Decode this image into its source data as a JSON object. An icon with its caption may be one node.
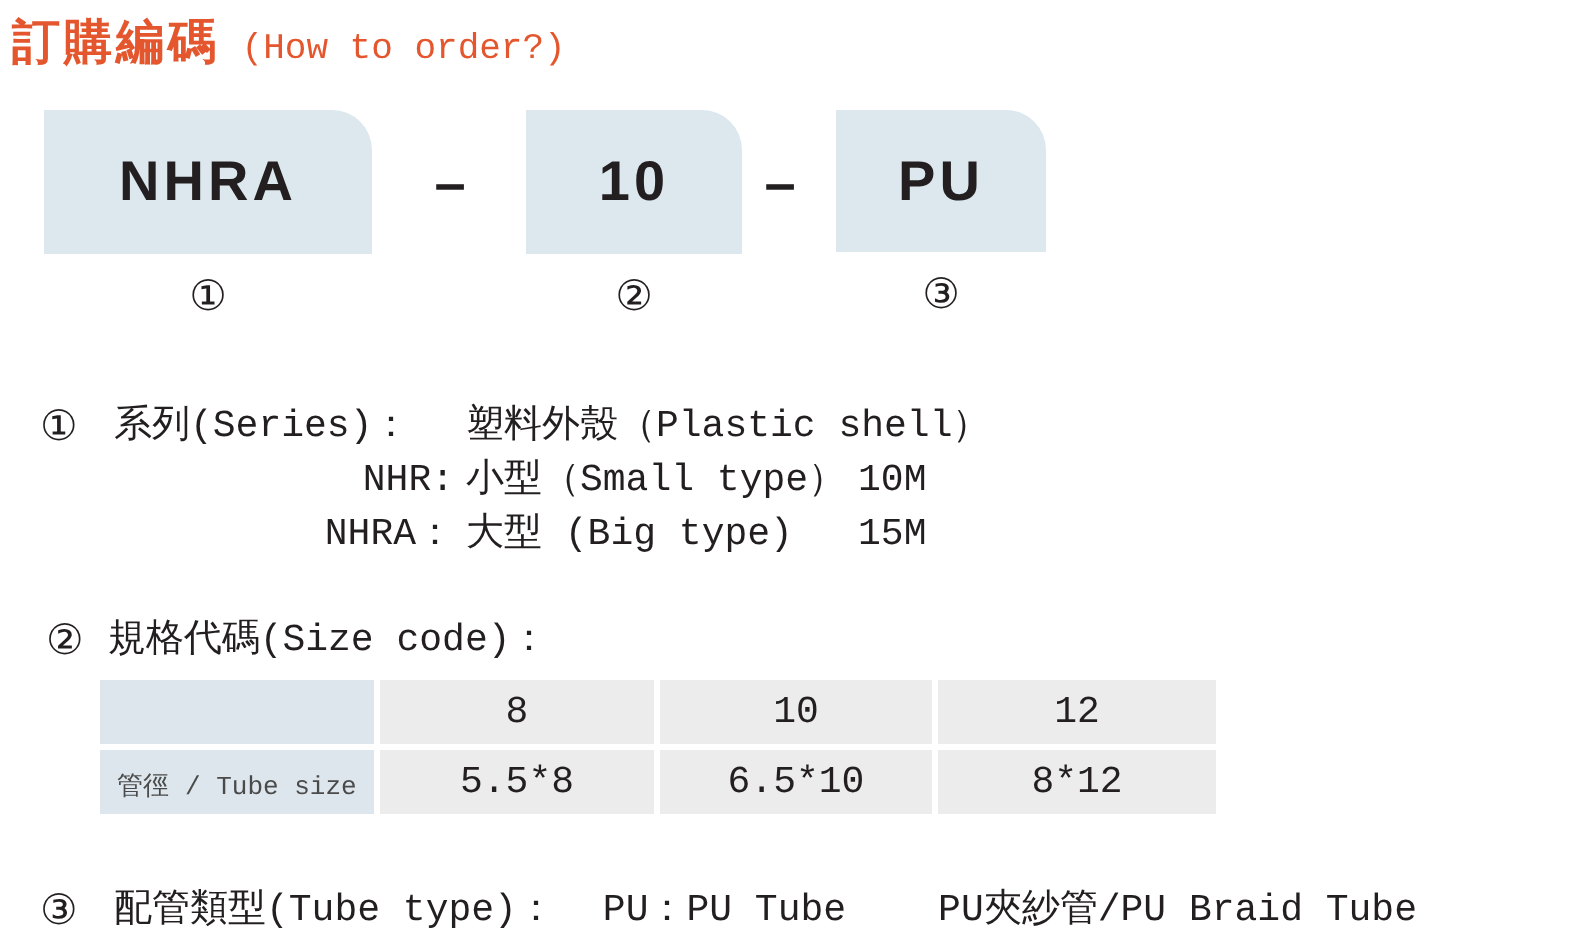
{
  "diagram": {
    "title": "訂購編碼 (How to order?)",
    "nodes": [
      {
        "text": [
          "NHRA"
        ],
        "beside": [
          "①"
        ]
      },
      {
        "text": [
          "10"
        ],
        "beside": [
          "②"
        ]
      },
      {
        "text": [
          "PU"
        ],
        "beside": [
          "③"
        ]
      }
    ],
    "labels": [
      "–",
      "–",
      "①",
      "系列(Series)：",
      "塑料外殼（Plastic shell）",
      "NHR:",
      "小型（Small type）",
      "10M",
      "NHRA：",
      "大型 (Big type)",
      "15M",
      "②",
      "規格代碼(Size code)：",
      "8",
      "10",
      "12",
      "管徑 / Tube size",
      "5.5*8",
      "6.5*10",
      "8*12",
      "③",
      "配管類型(Tube type)：",
      "PU：PU Tube",
      "PU夾紗管/PU Braid Tube"
    ]
  }
}
